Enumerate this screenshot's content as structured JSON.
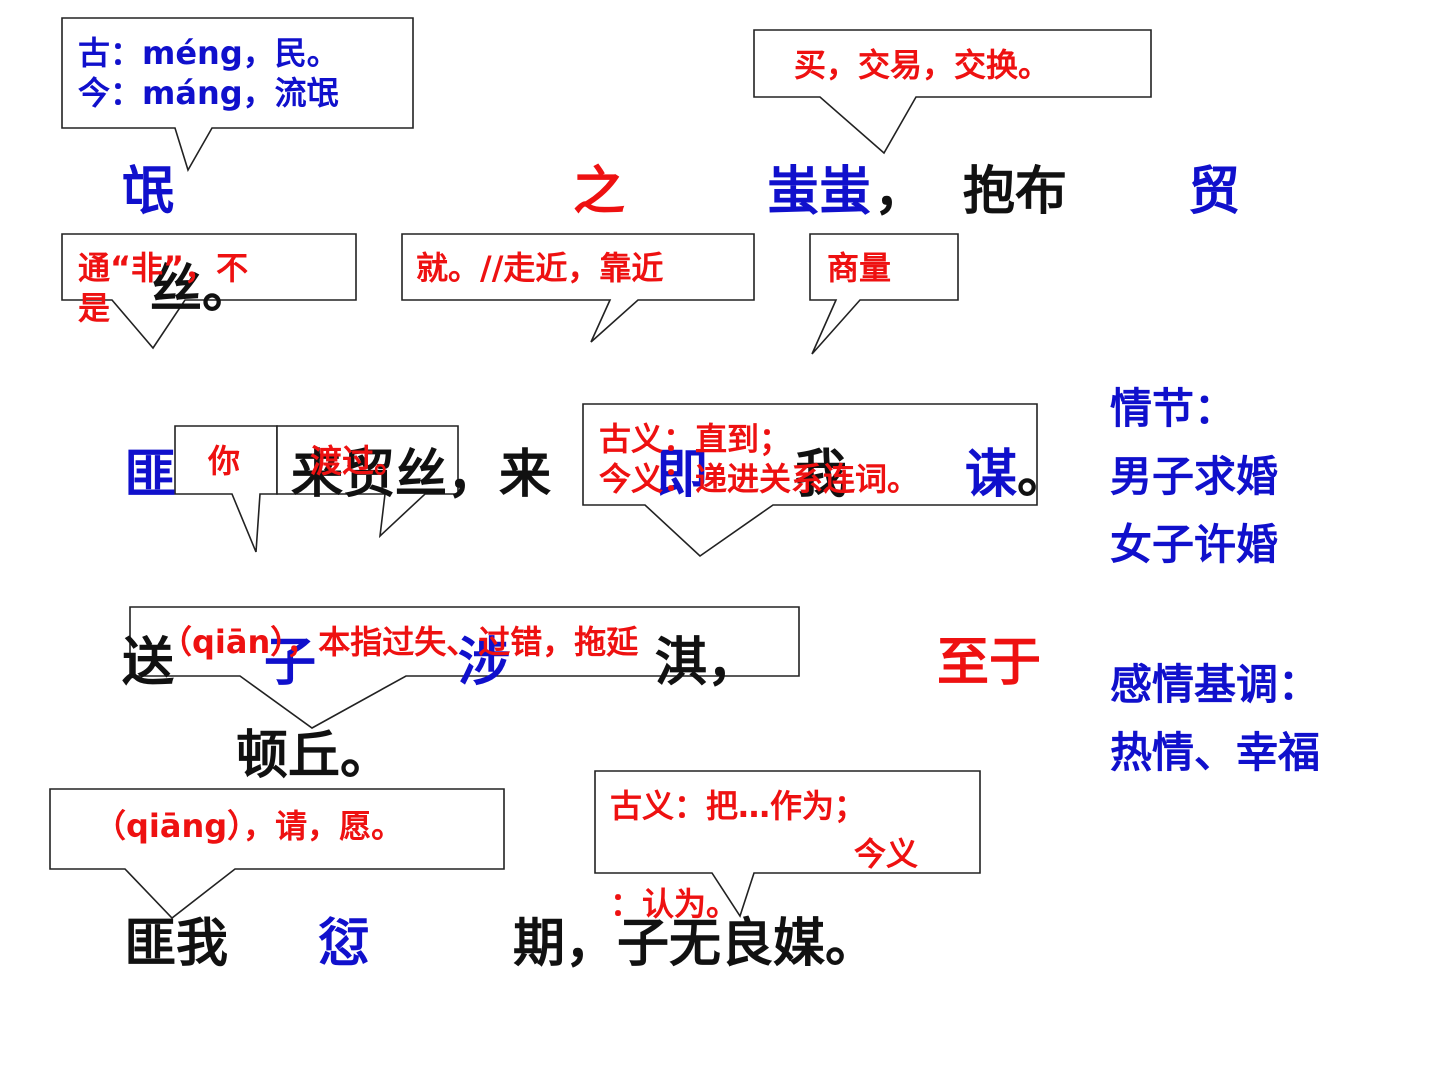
{
  "colors": {
    "black": "#111111",
    "blue": "#1010cc",
    "red": "#ee1111"
  },
  "poem": {
    "l1_w1": "氓",
    "l1_w2": "之",
    "l1_w3": "蚩蚩",
    "l1_p1": "，",
    "l1_w4": "抱布",
    "l1_w5": "贸",
    "l1_w6": "丝。",
    "l2_w1": "匪",
    "l2_w2": "来贸丝，来",
    "l2_w3": "即",
    "l2_w4": "我",
    "l2_w5": "谋",
    "l2_p1": "。",
    "l3_w1": "送",
    "l3_w2": "子",
    "l3_w3": "涉",
    "l3_w4": "淇，",
    "l3_w5": "至于",
    "l4_w1": "顿丘。",
    "l5_w1": "匪我",
    "l5_w2": "愆",
    "l5_w3": "期，子无良媒。"
  },
  "notes": {
    "meng_1": "古：méng，民。",
    "meng_2": "今：máng，流氓",
    "mao": "买，交易，交换。",
    "fei_1": "通“非”，不",
    "fei_2": "是",
    "ji": "就。//走近，靠近",
    "mou": "商量",
    "ni": "你",
    "du": "渡过。",
    "jishi_1": "古义：直到；",
    "jishi_2": "今义：递进关系连词。",
    "qian": "（qiān），本指过失、过错，拖延",
    "qiang": "（qiāng），请，愿。",
    "yiwei_1": "古义：把…作为；",
    "yiwei_2": "今义",
    "yiwei_3": "：认为。"
  },
  "side": {
    "plot_title": "情节：",
    "plot_1": "男子求婚",
    "plot_2": "女子许婚",
    "tone_title": "感情基调：",
    "tone_1": "热情、幸福"
  }
}
